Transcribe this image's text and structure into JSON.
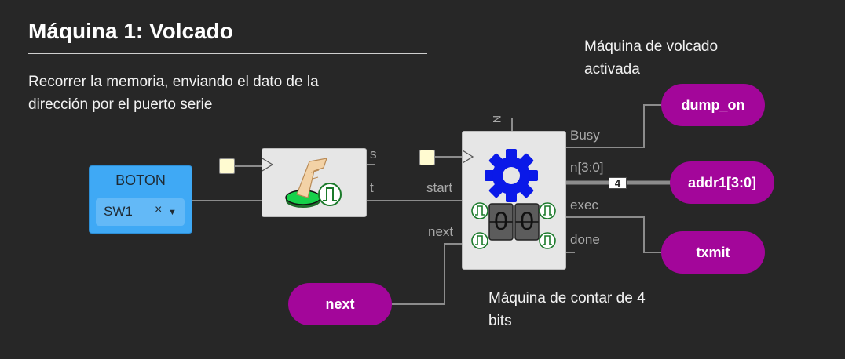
{
  "header": {
    "title": "Máquina 1: Volcado",
    "description": "Recorrer la memoria, enviando el dato de la dirección por el puerto serie"
  },
  "notes": {
    "dump_machine": "Máquina de volcado activada",
    "counter_machine": "Máquina de contar de 4 bits"
  },
  "boton": {
    "title": "BOTON",
    "selected": "SW1",
    "clear_symbol": "×",
    "caret_symbol": "▼"
  },
  "pulse_block": {
    "icon": "finger-press-button-icon",
    "port_s": "s",
    "port_t": "t"
  },
  "counter_block": {
    "icon": "gear-icon",
    "display_digits": [
      "0",
      "0"
    ],
    "param": "N",
    "inputs": {
      "start": "start",
      "next": "next"
    },
    "outputs": {
      "busy": "Busy",
      "n": "n[3:0]",
      "exec": "exec",
      "done": "done"
    }
  },
  "bus_width": "4",
  "pills": {
    "dump_on": "dump_on",
    "addr": "addr1[3:0]",
    "txmit": "txmit",
    "next": "next"
  },
  "colors": {
    "background": "#272727",
    "pill": "#a3069a",
    "boton": "#3fa9f5",
    "gear": "#0a19e8",
    "button_green": "#16d14a"
  }
}
